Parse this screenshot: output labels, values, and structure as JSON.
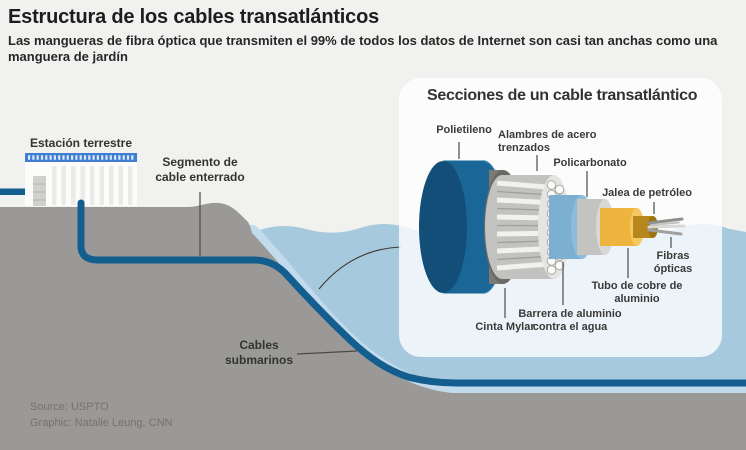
{
  "header": {
    "title": "Estructura de los cables transatlánticos",
    "subtitle": "Las mangueras de fibra óptica que transmiten el 99% de todos los datos de Internet son casi tan anchas como una manguera de jardín"
  },
  "scene": {
    "labels": {
      "station": "Estación terrestre",
      "buried": "Segmento de cable enterrado",
      "submarine": "Cables submarinos"
    }
  },
  "panel": {
    "title": "Secciones de un cable transatlántico",
    "labels": {
      "polietileno": "Polietileno",
      "alambres": "Alambres de acero trenzados",
      "policarbonato": "Policarbonato",
      "jalea": "Jalea de petróleo",
      "fibras": "Fibras ópticas",
      "tubo": "Tubo de cobre de aluminio",
      "barrera": "Barrera de aluminio contra el agua",
      "cinta": "Cinta Mylar"
    }
  },
  "footer": {
    "source": "Source: USPTO",
    "credit": "Graphic: Natalie Leung, CNN"
  },
  "colors": {
    "background": "#f1f1ef",
    "land_gray": "#9a9998",
    "sea_blue": "#a7c9de",
    "shallow_band": "#c2dbec",
    "cable_blue": "#135e8e",
    "station_stripe_blue": "#3f7ed2",
    "copper_tube_yellow": "#efb43d",
    "jelly_brown": "#b8871b"
  }
}
